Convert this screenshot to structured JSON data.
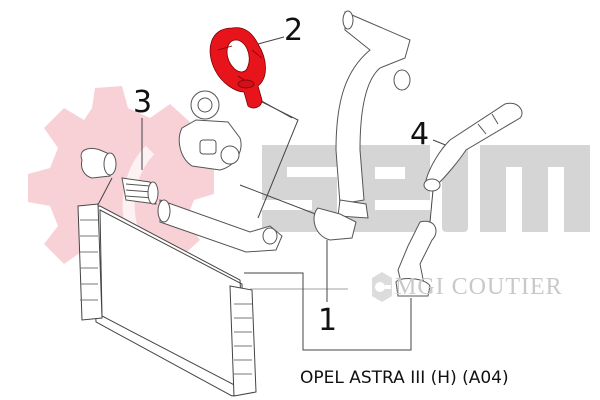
{
  "diagram": {
    "caption": "OPEL ASTRA III (H) (A04)",
    "callouts": [
      {
        "id": "1",
        "label": "1"
      },
      {
        "id": "2",
        "label": "2"
      },
      {
        "id": "3",
        "label": "3"
      },
      {
        "id": "4",
        "label": "4"
      }
    ],
    "watermark": {
      "brand": "seim",
      "sub_brand": "MGI COUTIER",
      "gear_color": "#f6c4cc",
      "brand_color": "#d3d3d3"
    },
    "highlight_color": "#e8141c",
    "parts": [
      {
        "callout": "1",
        "name": "intercooler-hose-assembly"
      },
      {
        "callout": "2",
        "name": "turbo-hose-red-highlighted"
      },
      {
        "callout": "3",
        "name": "corrugated-coupling-sleeve"
      },
      {
        "callout": "4",
        "name": "outlet-hose"
      }
    ]
  }
}
